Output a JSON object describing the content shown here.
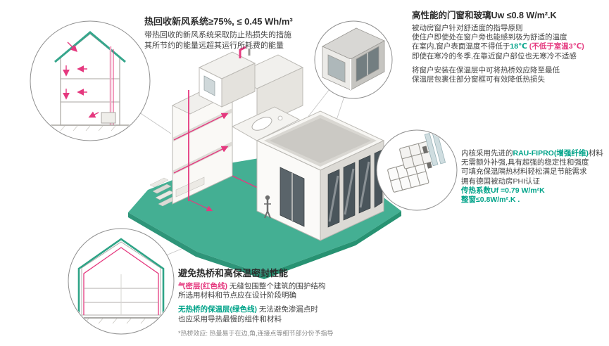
{
  "colors": {
    "teal_accent": "#00a389",
    "magenta_accent": "#e5397f",
    "ground_teal": "#44af93",
    "dark_text": "#2b2b2b",
    "body_text": "#454545",
    "circle_stroke": "#8f8f8f"
  },
  "callouts": {
    "hrv": {
      "title": "热回收新风系统≥75%, ≤ 0.45 Wh/m³",
      "line1": "带热回收的新风系统采取防止热损失的措施",
      "line2": "其所节约的能量远超其运行所耗费的能量"
    },
    "glazing": {
      "title": "高性能的门窗和玻璃Uw ≤0.8 W/m².K",
      "line1": "被动房窗户针对舒适度的指导原则",
      "line2": "使住户即使处在窗户旁也能感到极为舒适的温度",
      "line3_pre": "在室内,窗户表面温度不得低于",
      "line3_temp": "18℃",
      "line3_note": "(不低于室温3℃)",
      "line4": "即使在寒冷的冬季,在靠近窗户部位也无寒冷不适感",
      "line5": "将窗户安装在保温层中可将热桥效应降至最低",
      "line6": "保温层包裹住部分窗框可有效降低热损失"
    },
    "profile": {
      "line1_pre": "内核采用先进的",
      "line1_brand": "RAU-FIPRO(增强纤维)",
      "line1_post": "材料",
      "line2": "无需额外补强,具有超强的稳定性和强度",
      "line3": "可填充保温隔热材料轻松满足节能需求",
      "line4": "拥有德国被动房PHI认证",
      "line5": "传热系数Uf =0.79 W/m²K",
      "line6": "整窗≤0.8W/m².K ."
    },
    "thermal": {
      "title": "避免热桥和高保温密封性能",
      "airtight_label": "气密层(红色线)",
      "airtight_rest": " 无缝包围整个建筑的围护结构",
      "airtight_line2": "所选用材料和节点应在设计阶段明确",
      "insulation_label": "无热桥的保温层(绿色线)",
      "insulation_rest": " 无法避免渗漏点时",
      "insulation_line2": "也应采用导热最慢的组件和材料",
      "footnote": "*热桥效应: 热量易于在边,角,连接点等细节部分份予指导"
    }
  }
}
